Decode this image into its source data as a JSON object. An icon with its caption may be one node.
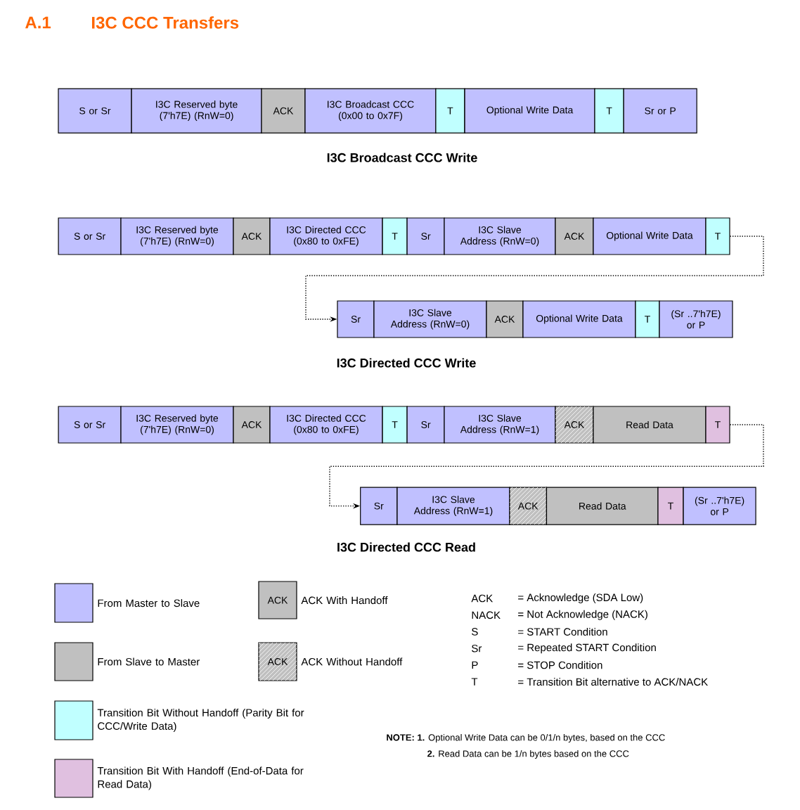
{
  "diagram": {
    "title": "I3C CCC Transfers",
    "nodes": [
      {
        "text": [
          "S or Sr"
        ]
      },
      {
        "text": [
          "I3C Reserved byte (7'h7E) (RnW=0)"
        ]
      },
      {
        "text": [
          "ACK"
        ]
      },
      {
        "text": [
          "I3C Broadcast CCC (0x00 to 0x7F)"
        ]
      },
      {
        "text": [
          "T"
        ]
      },
      {
        "text": [
          "Optional Write Data"
        ]
      },
      {
        "text": [
          "T"
        ]
      },
      {
        "text": [
          "Sr or P"
        ]
      },
      {
        "text": [
          "S or Sr"
        ]
      },
      {
        "text": [
          "I3C Reserved byte (7'h7E) (RnW=0)"
        ]
      },
      {
        "text": [
          "ACK"
        ]
      },
      {
        "text": [
          "I3C Directed CCC (0x80 to 0xFE)"
        ]
      },
      {
        "text": [
          "T"
        ]
      },
      {
        "text": [
          "Sr"
        ]
      },
      {
        "text": [
          "I3C Slave Address (RnW=0)"
        ]
      },
      {
        "text": [
          "ACK"
        ]
      },
      {
        "text": [
          "Optional Write Data"
        ]
      },
      {
        "text": [
          "T"
        ]
      },
      {
        "text": [
          "Sr"
        ]
      },
      {
        "text": [
          "I3C Slave Address (RnW=0)"
        ]
      },
      {
        "text": [
          "ACK"
        ]
      },
      {
        "text": [
          "Optional Write Data"
        ]
      },
      {
        "text": [
          "T"
        ]
      },
      {
        "text": [
          "(Sr ..7'h7E) or P"
        ]
      },
      {
        "text": [
          "S or Sr"
        ]
      },
      {
        "text": [
          "I3C Reserved byte (7'h7E) (RnW=0)"
        ]
      },
      {
        "text": [
          "ACK"
        ]
      },
      {
        "text": [
          "I3C Directed CCC (0x80 to 0xFE)"
        ]
      },
      {
        "text": [
          "T"
        ]
      },
      {
        "text": [
          "Sr"
        ]
      },
      {
        "text": [
          "I3C Slave Address (RnW=1)"
        ]
      },
      {
        "text": [
          "ACK"
        ]
      },
      {
        "text": [
          "Read Data"
        ]
      },
      {
        "text": [
          "T"
        ]
      },
      {
        "text": [
          "Sr"
        ]
      },
      {
        "text": [
          "I3C Slave Address (RnW=1)"
        ]
      },
      {
        "text": [
          "ACK"
        ]
      },
      {
        "text": [
          "Read Data"
        ]
      },
      {
        "text": [
          "T"
        ]
      },
      {
        "text": [
          "(Sr ..7'h7E) or P"
        ]
      }
    ],
    "edges": [
      {
        "from": 17,
        "to": 18,
        "arrow": "to",
        "style": "dashed"
      },
      {
        "from": 33,
        "to": 34,
        "arrow": "to",
        "style": "dashed"
      }
    ],
    "labels": [
      "A.1",
      "I3C Broadcast CCC Write",
      "I3C Directed CCC Write",
      "I3C Directed CCC Read",
      "ACK",
      "ACK",
      "ACK",
      "= Acknowledge (SDA Low)",
      "NACK",
      "= Not Acknowledge (NACK)",
      "S",
      "= START Condition",
      "Sr",
      "= Repeated START Condition",
      "P",
      "= STOP Condition",
      "T",
      "= Transition Bit alternative to ACK/NACK",
      "**NOTE: 1.** Optional Write Data can be 0/1/n bytes, based on the CCC",
      "**2.** Read Data can be 1/n bytes based on the CCC"
    ],
    "legend": [
      {
        "text": "From Master to Slave",
        "color": "#c0c0ff"
      },
      {
        "text": "From Slave to Master",
        "color": "#c0c0c0"
      },
      {
        "text": "Transition Bit Without Handoff (Parity Bit for CCC/Write Data)",
        "color": "#c0ffff"
      },
      {
        "text": "Transition Bit With Handoff (End-of-Data for Read Data)",
        "color": "#e0c0e0"
      },
      {
        "text": "ACK With Handoff"
      },
      {
        "text": "ACK Without Handoff"
      }
    ]
  }
}
